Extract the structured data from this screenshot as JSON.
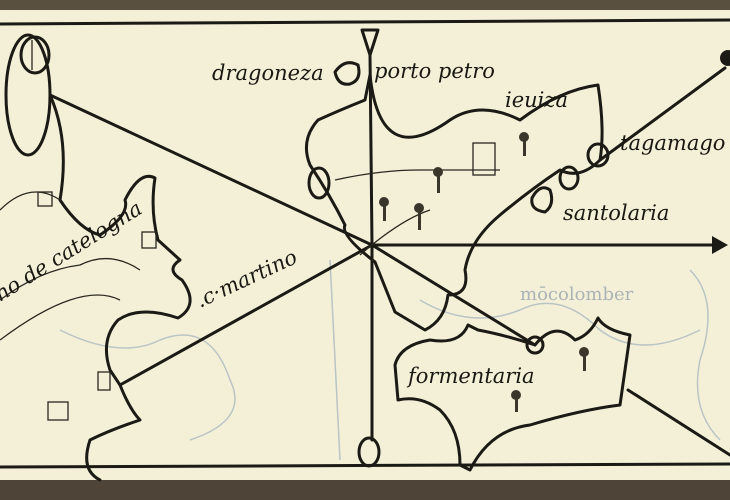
{
  "map": {
    "labels": {
      "dragoneza": "dragoneza",
      "porto_petro": "porto petro",
      "ieuiza": "ieuiza",
      "tagamago": "tagamago",
      "santolaria": "santolaria",
      "catelogna": "no de catelogna",
      "c_martino": ".c·martino",
      "formentaria": "formentaria",
      "bleed_colomber": "mōcolomber"
    },
    "colors": {
      "paper": "#f4f0d8",
      "ink": "#1c1a14",
      "bleed": "#b9c4c4"
    }
  }
}
